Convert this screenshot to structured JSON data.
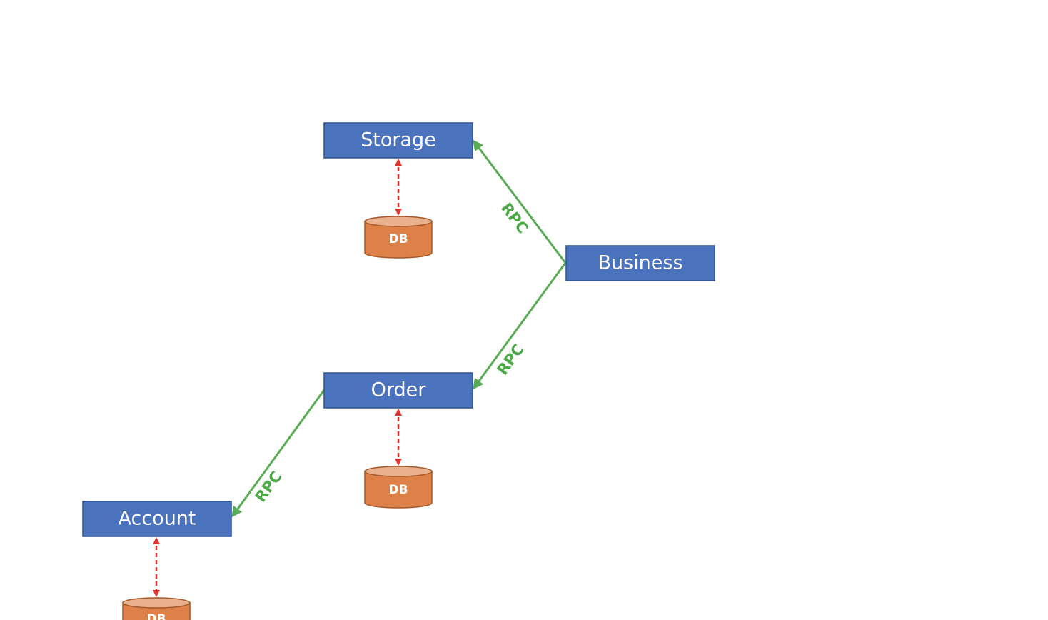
{
  "services": {
    "storage": "Storage",
    "business": "Business",
    "order": "Order",
    "account": "Account"
  },
  "databases": {
    "storage_db": "DB",
    "order_db": "DB",
    "account_db": "DB"
  },
  "rpc": {
    "business_to_storage": "RPC",
    "business_to_order": "RPC",
    "order_to_account": "RPC"
  },
  "colors": {
    "service_fill": "#4a72bd",
    "service_stroke": "#2f528f",
    "db_fill": "#de8148",
    "db_top": "#eab18e",
    "db_stroke": "#a5592b",
    "rpc_line": "#5aab55",
    "rpc_text": "#4caa46",
    "db_link": "#e0322e"
  }
}
